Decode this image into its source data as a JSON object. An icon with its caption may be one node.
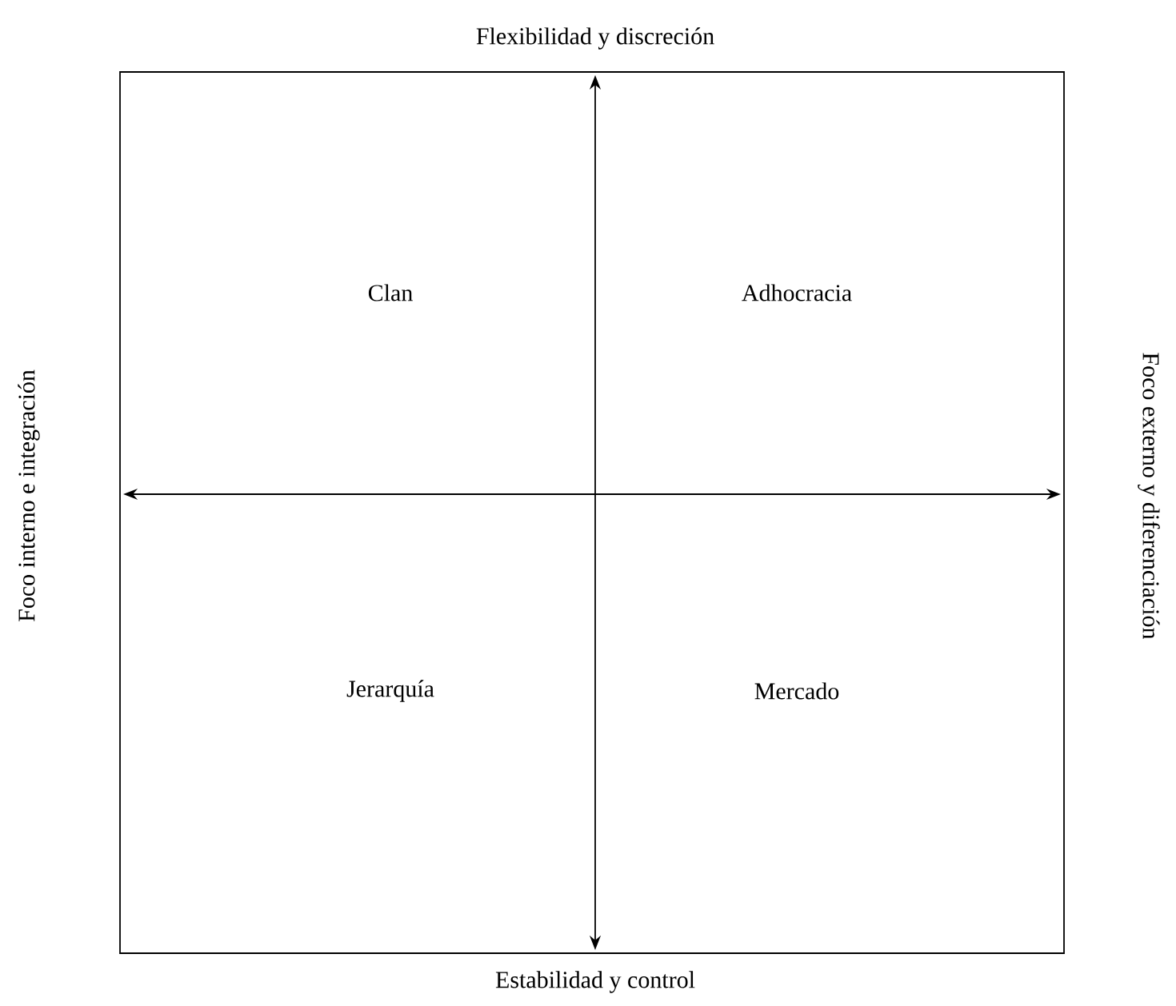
{
  "diagram": {
    "labels": [
      "Flexibilidad y discreción",
      "Foco interno e integración",
      "Clan",
      "Adhocracia",
      "Foco externo y diferenciación",
      "Jerarquía",
      "Mercado",
      "Estabilidad y control"
    ]
  }
}
